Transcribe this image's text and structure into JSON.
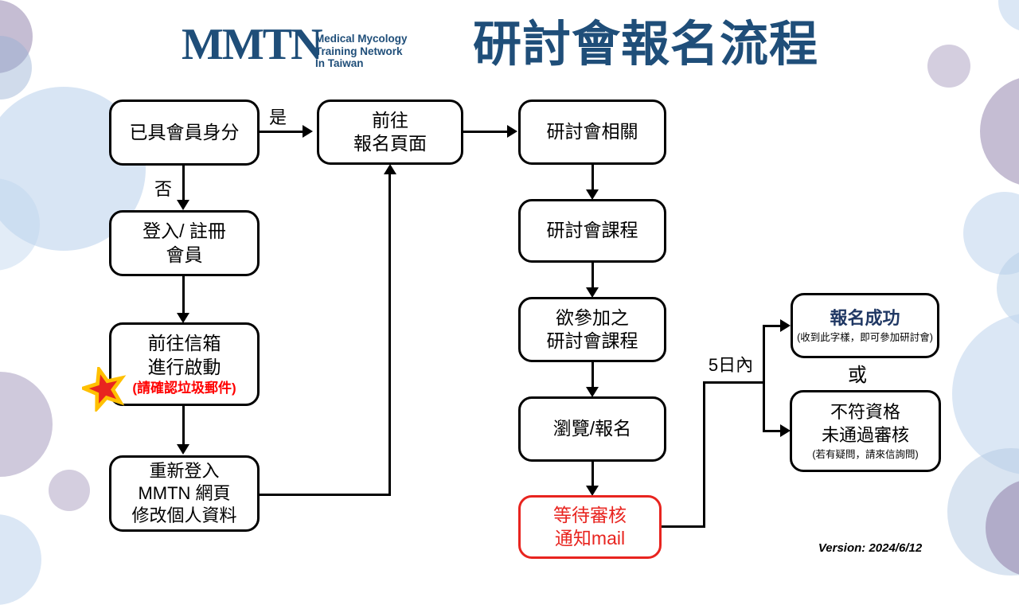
{
  "header": {
    "logo": {
      "acronym": "MMTN",
      "tagline": [
        "Medical Mycology",
        "Training Network",
        "In Taiwan"
      ]
    },
    "title": "研討會報名流程"
  },
  "flow": {
    "member_check": {
      "lines": [
        "已具會員身分"
      ]
    },
    "login_register": {
      "lines": [
        "登入/ 註冊",
        "會員"
      ]
    },
    "activate_email": {
      "lines": [
        "前往信箱",
        "進行啟動"
      ],
      "note": "(請確認垃圾郵件)"
    },
    "relogin": {
      "lines": [
        "重新登入",
        "MMTN 網頁",
        "修改個人資料"
      ]
    },
    "goto_registration": {
      "lines": [
        "前往",
        "報名頁面"
      ]
    },
    "seminar_related": {
      "lines": [
        "研討會相關"
      ]
    },
    "seminar_course": {
      "lines": [
        "研討會課程"
      ]
    },
    "desired_course": {
      "lines": [
        "欲參加之",
        "研討會課程"
      ]
    },
    "browse_register": {
      "lines": [
        "瀏覽/報名"
      ]
    },
    "wait_review": {
      "lines": [
        "等待審核",
        "通知mail"
      ]
    },
    "success": {
      "title": "報名成功",
      "note": "(收到此字樣，即可參加研討會)"
    },
    "rejected": {
      "lines": [
        "不符資格",
        "未通過審核"
      ],
      "note": "(若有疑問，請來信詢問)"
    },
    "labels": {
      "yes": "是",
      "no": "否",
      "within_days": "5日內",
      "or": "或"
    }
  },
  "footer": {
    "version": "Version: 2024/6/12"
  },
  "colors": {
    "brand_blue": "#1F4E79",
    "navy": "#203864",
    "alert_red": "#E8241F",
    "note_red": "#FF0000",
    "star_yellow": "#FFC000",
    "decor_blue": "#C3D6EE",
    "decor_purple": "#9B8DB3"
  }
}
